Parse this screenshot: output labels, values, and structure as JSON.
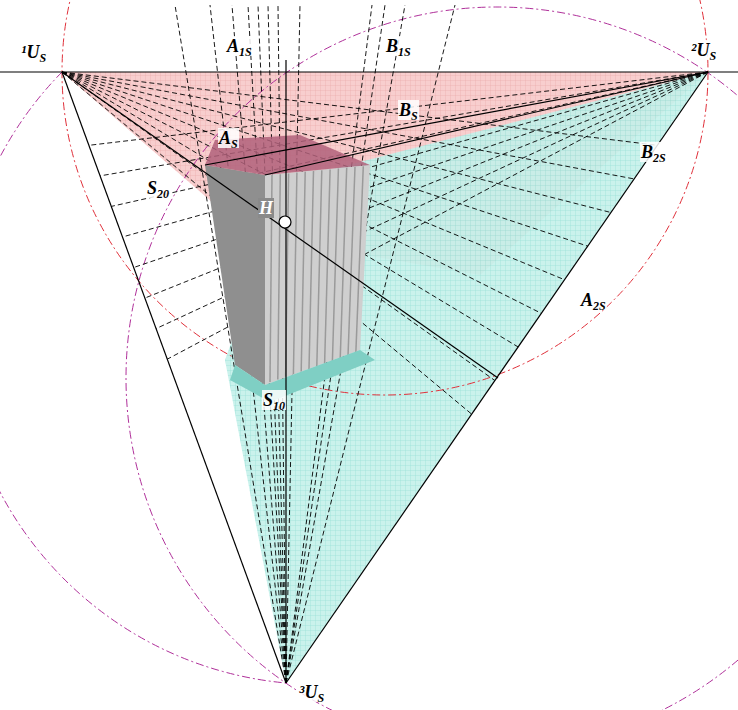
{
  "diagram": {
    "labels": [
      "¹US",
      "A1S",
      "B1S",
      "²US",
      "BS",
      "AS",
      "S20",
      "H",
      "B2S",
      "A2S",
      "S10",
      "³US"
    ]
  }
}
